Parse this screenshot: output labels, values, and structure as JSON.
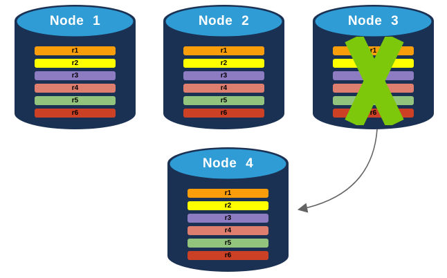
{
  "colors": {
    "background": "#FFFFFF",
    "cylinder_body": "#1B3153",
    "cylinder_top": "#2F9CD6",
    "node_label_text": "#FFFFFF",
    "bar_text": "#000000",
    "failure_x": "#7DC80A",
    "arrow": "#636363"
  },
  "nodes": [
    {
      "id": "node-1",
      "label": "Node 1",
      "failed": false,
      "rows": [
        {
          "label": "r1",
          "color": "#F99D0B"
        },
        {
          "label": "r2",
          "color": "#FFFF00"
        },
        {
          "label": "r3",
          "color": "#8E7CC3"
        },
        {
          "label": "r4",
          "color": "#DD7E6F"
        },
        {
          "label": "r5",
          "color": "#93C47D"
        },
        {
          "label": "r6",
          "color": "#CC4125"
        }
      ]
    },
    {
      "id": "node-2",
      "label": "Node 2",
      "failed": false,
      "rows": [
        {
          "label": "r1",
          "color": "#F99D0B"
        },
        {
          "label": "r2",
          "color": "#FFFF00"
        },
        {
          "label": "r3",
          "color": "#8E7CC3"
        },
        {
          "label": "r4",
          "color": "#DD7E6F"
        },
        {
          "label": "r5",
          "color": "#93C47D"
        },
        {
          "label": "r6",
          "color": "#CC4125"
        }
      ]
    },
    {
      "id": "node-3",
      "label": "Node 3",
      "failed": true,
      "rows": [
        {
          "label": "r1",
          "color": "#F99D0B"
        },
        {
          "label": "r2",
          "color": "#FFFF00"
        },
        {
          "label": "r3",
          "color": "#8E7CC3"
        },
        {
          "label": "r4",
          "color": "#DD7E6F"
        },
        {
          "label": "r5",
          "color": "#93C47D"
        },
        {
          "label": "r6",
          "color": "#CC4125"
        }
      ]
    },
    {
      "id": "node-4",
      "label": "Node 4",
      "failed": false,
      "rows": [
        {
          "label": "r1",
          "color": "#F99D0B"
        },
        {
          "label": "r2",
          "color": "#FFFF00"
        },
        {
          "label": "r3",
          "color": "#8E7CC3"
        },
        {
          "label": "r4",
          "color": "#DD7E6F"
        },
        {
          "label": "r5",
          "color": "#93C47D"
        },
        {
          "label": "r6",
          "color": "#CC4125"
        }
      ]
    }
  ],
  "arrow": {
    "from": "node-3",
    "to": "node-4"
  }
}
